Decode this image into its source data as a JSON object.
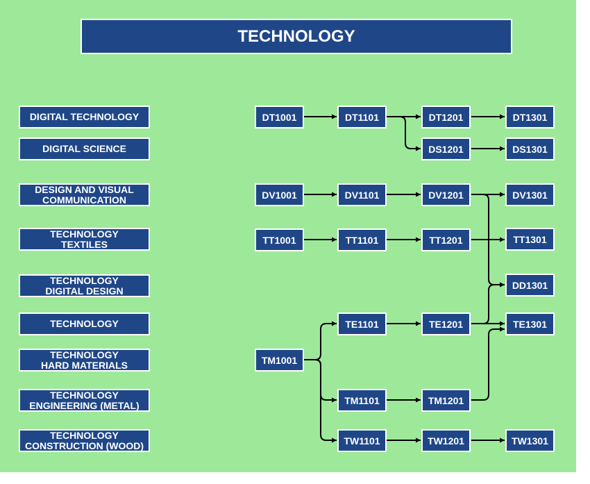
{
  "title": "TECHNOLOGY",
  "subjects": [
    {
      "lines": [
        "DIGITAL TECHNOLOGY"
      ]
    },
    {
      "lines": [
        "DIGITAL SCIENCE"
      ]
    },
    {
      "lines": [
        "DESIGN AND VISUAL",
        "COMMUNICATION"
      ]
    },
    {
      "lines": [
        "TECHNOLOGY",
        "TEXTILES"
      ]
    },
    {
      "lines": [
        "TECHNOLOGY",
        "DIGITAL DESIGN"
      ]
    },
    {
      "lines": [
        "TECHNOLOGY"
      ]
    },
    {
      "lines": [
        "TECHNOLOGY",
        "HARD MATERIALS"
      ]
    },
    {
      "lines": [
        "TECHNOLOGY",
        "ENGINEERING (METAL)"
      ]
    },
    {
      "lines": [
        "TECHNOLOGY",
        "CONSTRUCTION (WOOD)"
      ]
    }
  ],
  "courses": {
    "DT1001": "DT1001",
    "DT1101": "DT1101",
    "DT1201": "DT1201",
    "DT1301": "DT1301",
    "DS1201": "DS1201",
    "DS1301": "DS1301",
    "DV1001": "DV1001",
    "DV1101": "DV1101",
    "DV1201": "DV1201",
    "DV1301": "DV1301",
    "TT1001": "TT1001",
    "TT1101": "TT1101",
    "TT1201": "TT1201",
    "TT1301": "TT1301",
    "DD1301": "DD1301",
    "TE1101": "TE1101",
    "TE1201": "TE1201",
    "TE1301": "TE1301",
    "TM1001": "TM1001",
    "TM1101": "TM1101",
    "TM1201": "TM1201",
    "TW1101": "TW1101",
    "TW1201": "TW1201",
    "TW1301": "TW1301"
  },
  "links": [
    [
      "DT1001",
      "DT1101"
    ],
    [
      "DT1101",
      "DT1201"
    ],
    [
      "DT1101",
      "DS1201"
    ],
    [
      "DT1201",
      "DT1301"
    ],
    [
      "DS1201",
      "DS1301"
    ],
    [
      "DV1001",
      "DV1101"
    ],
    [
      "DV1101",
      "DV1201"
    ],
    [
      "DV1201",
      "DV1301"
    ],
    [
      "DV1201",
      "DD1301"
    ],
    [
      "TT1001",
      "TT1101"
    ],
    [
      "TT1101",
      "TT1201"
    ],
    [
      "TT1201",
      "TT1301"
    ],
    [
      "TE1201",
      "DD1301"
    ],
    [
      "TE1101",
      "TE1201"
    ],
    [
      "TE1201",
      "TE1301"
    ],
    [
      "TM1001",
      "TE1101"
    ],
    [
      "TM1001",
      "TM1101"
    ],
    [
      "TM1001",
      "TW1101"
    ],
    [
      "TM1101",
      "TM1201"
    ],
    [
      "TM1201",
      "TE1301"
    ],
    [
      "TW1101",
      "TW1201"
    ],
    [
      "TW1201",
      "TW1301"
    ]
  ]
}
